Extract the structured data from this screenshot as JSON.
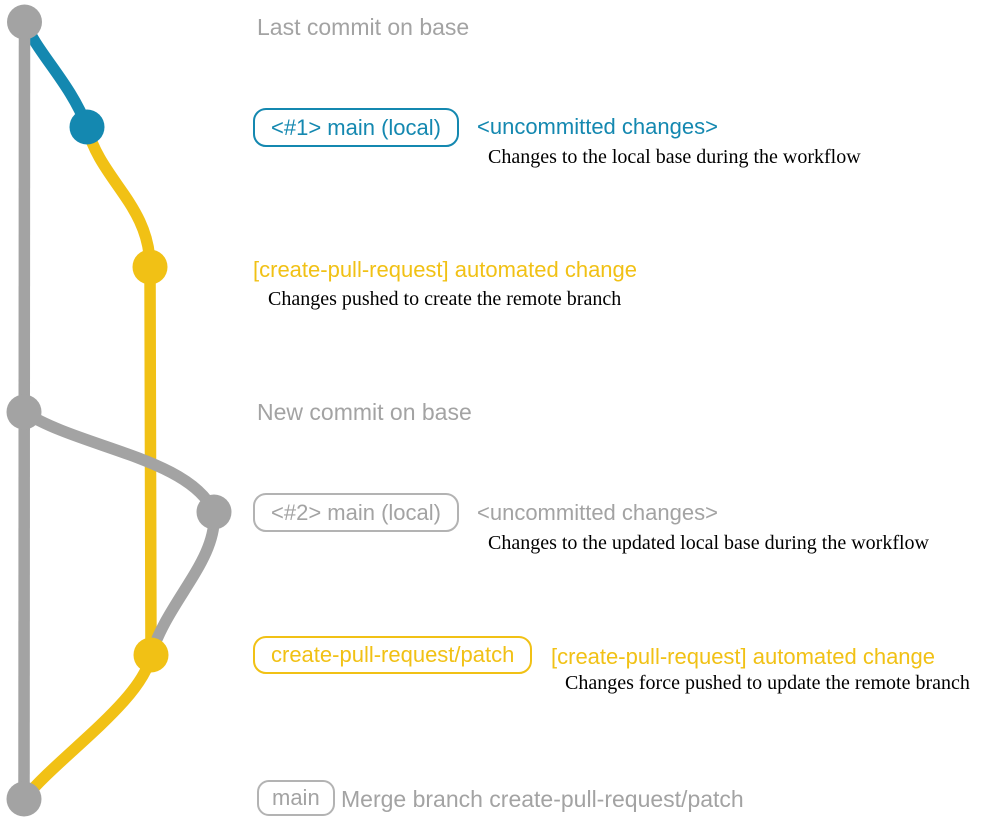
{
  "colors": {
    "gray": "#a3a3a3",
    "teal": "#1488b0",
    "yellow": "#f1c115",
    "desc": "#000000"
  },
  "sections": {
    "last_commit": "Last commit on base",
    "row1": {
      "badge": "<#1> main (local)",
      "title": "<uncommitted changes>",
      "desc": "Changes to the local base during the workflow"
    },
    "cpr1": {
      "title": "[create-pull-request] automated change",
      "desc": "Changes pushed to create the remote branch"
    },
    "new_commit": "New commit on base",
    "row2": {
      "badge": "<#2> main (local)",
      "title": "<uncommitted changes>",
      "desc": "Changes to the updated local base during the workflow"
    },
    "cpr2": {
      "badge": "create-pull-request/patch",
      "title": "[create-pull-request] automated change",
      "desc": "Changes force pushed to update the remote branch"
    },
    "merge": {
      "badge": "main",
      "title": "Merge branch create-pull-request/patch"
    }
  }
}
